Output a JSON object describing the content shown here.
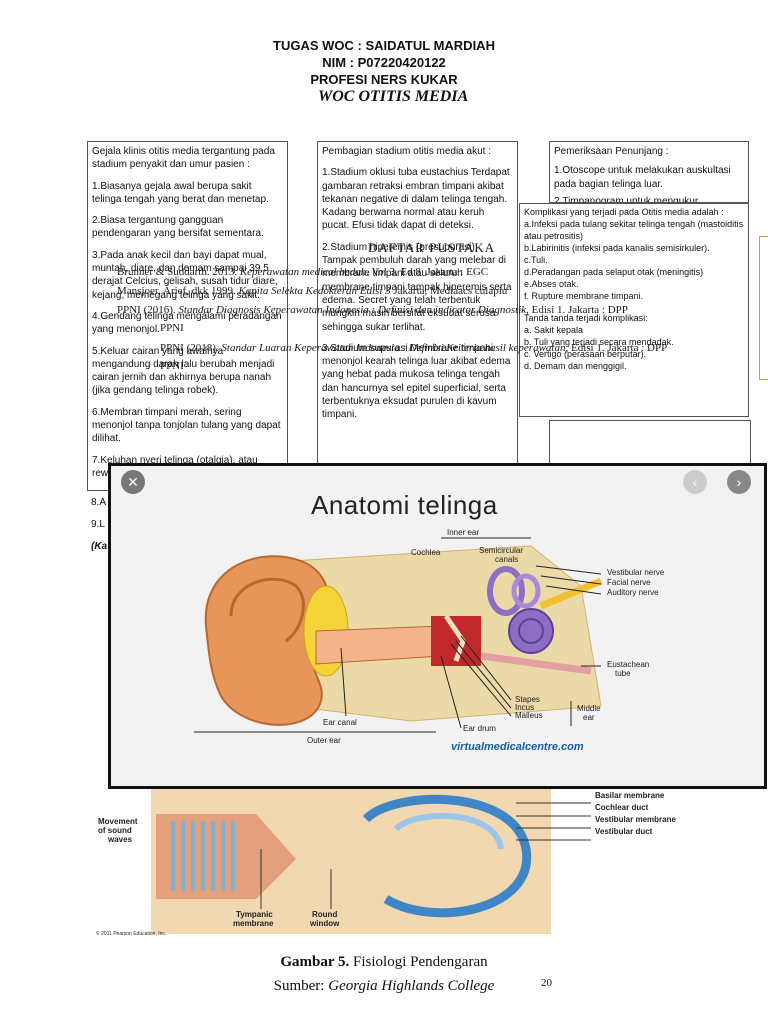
{
  "header": {
    "line1": "TUGAS WOC : SAIDATUL MARDIAH",
    "line2": "NIM : P07220420122",
    "line3": "PROFESI NERS KUKAR",
    "title": "WOC OTITIS MEDIA"
  },
  "col1": {
    "intro": "Gejala klinis otitis media tergantung pada stadium penyakit dan umur pasien :",
    "items": [
      "1.Biasanya gejala awal berupa sakit telinga tengah yang berat dan menetap.",
      "2.Biasa tergantung gangguan pendengaran yang bersifat sementara.",
      "3.Pada anak kecil dan bayi dapat mual, muntah, diare, dan demam sampai 39,5 derajat Celcius, gelisah, susah tidur diare, kejang, memegang telinga yang sakit.",
      "4.Gendang telinga mengalami peradangan yang menonjol.",
      "5.Keluar cairan yang awalnya mengandung darah lalu berubah menjadi cairan jernih dan akhirnya berupa nanah (jika gendang telinga robek).",
      "6.Membran timpani merah, sering menonjol tanpa tonjolan tulang yang dapat dilihat.",
      "7.Keluhan nyeri telinga (otalgia), atau rewel dan menarik-narik telinga pada anak",
      "8.A",
      "9.L",
      "(Ka"
    ]
  },
  "col2": {
    "intro": "Pembagian stadium otitis media akut :",
    "items": [
      "1.Stadium oklusi tuba eustachius Terdapat gambaran retraksi embran timpani akibat tekanan negative di dalam telinga tengah. Kadang berwarna normal atau keruh pucat. Efusi tidak dapat di deteksi.",
      "2.Stadium hiperemis (presupurasi). Tampak pembuluh darah yang melebar di membrane timpani atau seluruh membrane timpani tampak hiperemis serta edema. Secret yang telah terbentuk mungkin masih bersifat eksudat serosa sehingga sukar terlihat.",
      "3.Stadium supurasi Membrane timpani menonjol kearah telinga luar akibat edema yang hebat pada mukosa telinga tengah dan hancurnya sel epitel superficial, serta terbentuknya eksudat purulen di kavum timpani."
    ]
  },
  "col3": {
    "intro": "Pemeriksaan Penunjang :",
    "items": [
      "1.Otoscope untuk melakukan auskultasi pada bagian telinga luar.",
      "2.Timpanogram untuk mengukur"
    ]
  },
  "komplikasi": {
    "intro": "Komplikasi yang terjadi pada Otitis media adalah :",
    "items": [
      "a.Infeksi pada tulang sekitar telinga tengah (mastoiditis atau petrositis)",
      "b.Labirinitis (infeksi pada kanalis semisirkuler).",
      "c.Tuli.",
      "d.Peradangan pada selaput otak (meningitis)",
      "e.Abses otak.",
      "f. Rupture membrane timpani."
    ],
    "tanda_intro": "Tanda tanda terjadi komplikasi:",
    "tanda": [
      "a. Sakit kepala",
      "b. Tuli yang terjadi secara mendadak.",
      "c. Vertigo (perasaan berputar).",
      "d. Demam dan menggigil."
    ]
  },
  "pustaka": {
    "heading": "DAFTAR PUSTAKA",
    "ref1_a": "Brunner & Suddarth. 2013. ",
    "ref1_b": "Keperawatan medical bedah",
    "ref1_c": ". Vol 3. Ed 8. Jakarta : EGC",
    "ref2_a": "Mansjoer, Arief, dkk 1999. ",
    "ref2_b": "Kapita Selekta Kedokteran Edisi 3",
    "ref2_c": " Jakarta, Mediaacs culapiu",
    "ref3_a": "PPNI (2016). ",
    "ref3_b": "Standar Diagnosis Keperawatan Indonesia : Definisi dan indicator Diagnostik",
    "ref3_c": ", Edisi 1. Jakarta : DPP",
    "ref3_d": "PPNI",
    "ref4_a": "PPNI (2018). ",
    "ref4_b": "Standar Luaran Keperawatan Indonesia : Definisi Kriteria hasil keperawatan",
    "ref4_c": ", Edisi 1. Jakarta : DPP",
    "ref4_d": "PPNI"
  },
  "anatomy": {
    "title": "Anatomi telinga",
    "close_icon": "close-icon",
    "prev_icon": "chevron-left-icon",
    "next_icon": "chevron-right-icon",
    "labels": {
      "inner_ear": "Inner ear",
      "cochlea": "Cochlea",
      "semicircular": "Semicircular",
      "canals": "canals",
      "vestibular_nerve": "Vestibular nerve",
      "facial_nerve": "Facial nerve",
      "auditory_nerve": "Auditory nerve",
      "eustachean": "Eustachean",
      "tube": "tube",
      "stapes": "Stapes",
      "incus": "Incus",
      "malleus": "Malleus",
      "middle": "Middle",
      "ear": "ear",
      "ear_canal": "Ear canal",
      "ear_drum": "Ear drum",
      "outer_ear": "Outer ear"
    },
    "watermark": "virtualmedicalcentre.com"
  },
  "physiology": {
    "movement": "Movement",
    "of_sound": "of sound",
    "waves": "waves",
    "basilar": "Basilar membrane",
    "cochlear_duct": "Cochlear duct",
    "vestibular_membrane": "Vestibular membrane",
    "vestibular_duct": "Vestibular duct",
    "tympanic": "Tympanic",
    "membrane": "membrane",
    "round": "Round",
    "window": "window",
    "copyright": "© 2011 Pearson Education, Inc."
  },
  "caption": {
    "bold": "Gambar 5.",
    "rest": " Fisiologi Pendengaran",
    "source_label": "Sumber: ",
    "source": "Georgia Highlands College",
    "page": "20"
  },
  "colors": {
    "orange_mark": "#e69138",
    "link_blue": "#1a5aa8",
    "ear_skin": "#e8955a",
    "cochlea_purple": "#8c6fc4"
  }
}
